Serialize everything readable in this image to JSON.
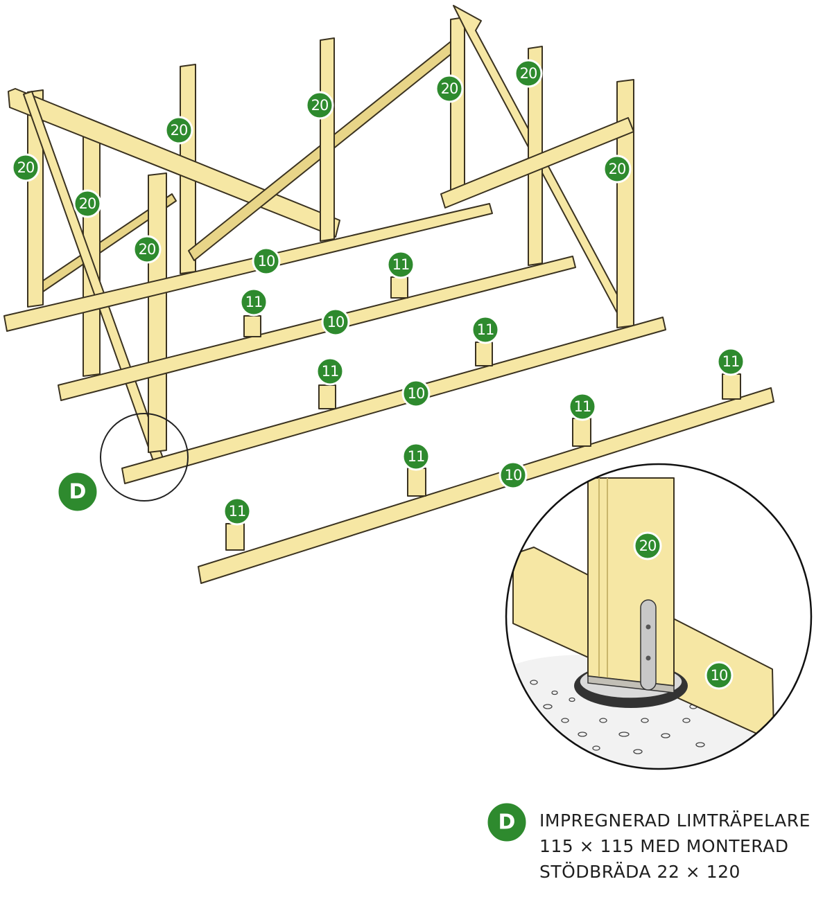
{
  "labels": {
    "post": "20",
    "beam": "10",
    "block": "11",
    "detail": "D"
  },
  "caption": {
    "line1": "IMPREGNERAD LIMTRÄPELARE",
    "line2": "115 × 115 MED MONTERAD",
    "line3": "STÖDBRÄDA 22 × 120"
  },
  "colors": {
    "wood": "#f6e7a4",
    "badge": "#2e8a2e",
    "outline": "#3a3220"
  }
}
